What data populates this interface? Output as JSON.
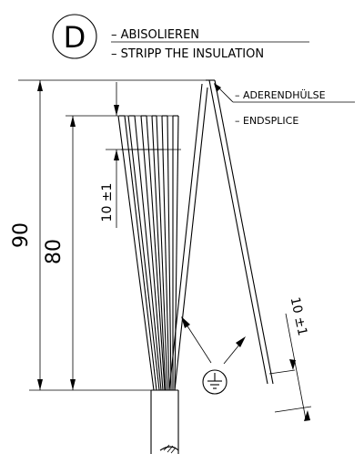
{
  "step_badge": {
    "letter": "D"
  },
  "step_title": {
    "line1": "– ABISOLIEREN",
    "line2": "– STRIPP THE INSULATION"
  },
  "callout": {
    "line1": "– ADERENDHÜLSE",
    "line2": "– ENDSPLICE"
  },
  "dimensions": {
    "overall_length": "90",
    "strip_length": "80",
    "insulation_strip": "10 ±1",
    "splice_strip": "10 ±1"
  },
  "symbols": {
    "ground": "protective-earth-icon"
  }
}
